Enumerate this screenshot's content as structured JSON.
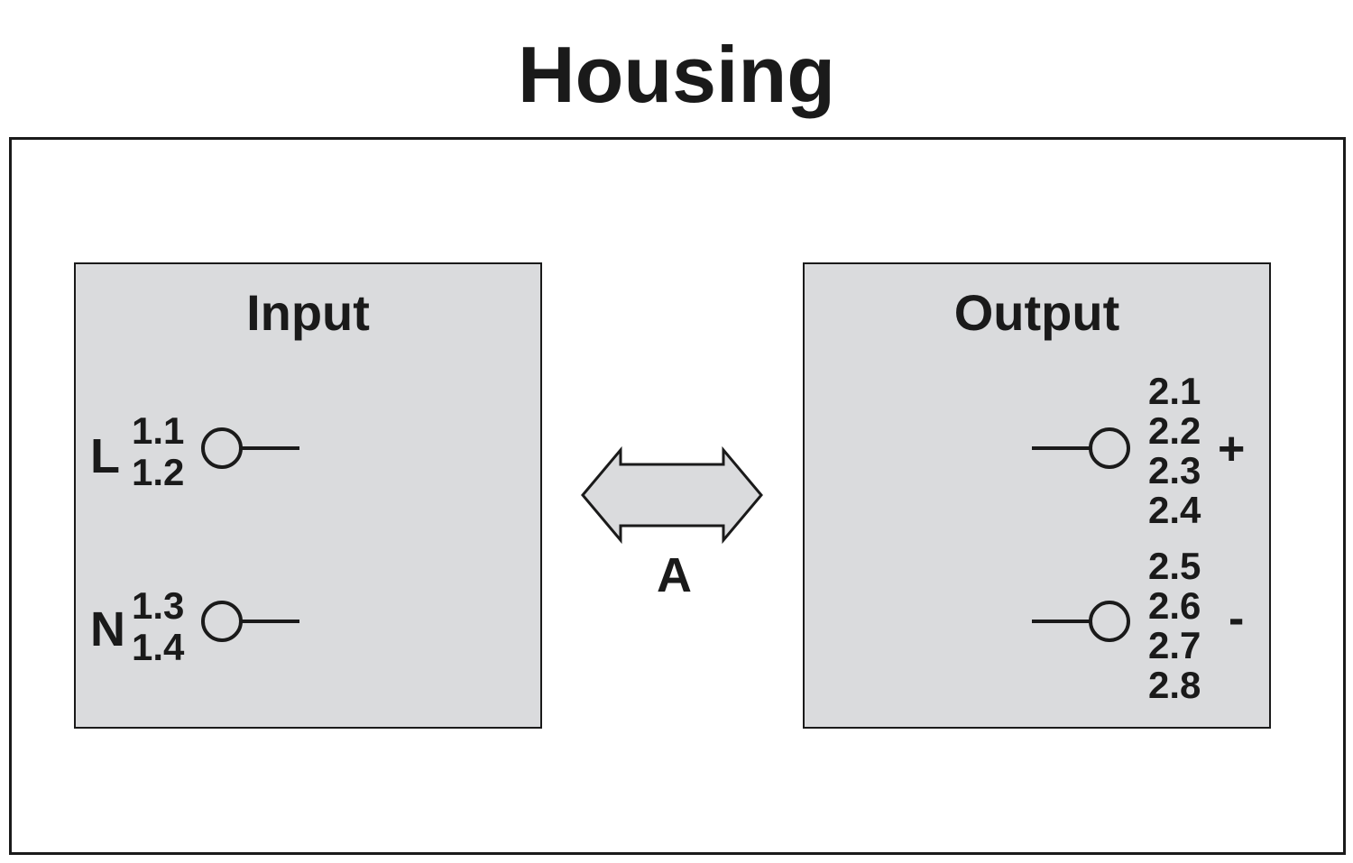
{
  "title": "Housing",
  "input": {
    "title": "Input",
    "terminals": [
      {
        "letter": "L",
        "pins": [
          "1.1",
          "1.2"
        ]
      },
      {
        "letter": "N",
        "pins": [
          "1.3",
          "1.4"
        ]
      }
    ]
  },
  "output": {
    "title": "Output",
    "terminals": [
      {
        "sign": "+",
        "pins": [
          "2.1",
          "2.2",
          "2.3",
          "2.4"
        ]
      },
      {
        "sign": "-",
        "pins": [
          "2.5",
          "2.6",
          "2.7",
          "2.8"
        ]
      }
    ]
  },
  "connection": {
    "label": "A"
  },
  "colors": {
    "panel": "#dadbdd",
    "stroke": "#1a1a1a",
    "background": "#ffffff"
  }
}
